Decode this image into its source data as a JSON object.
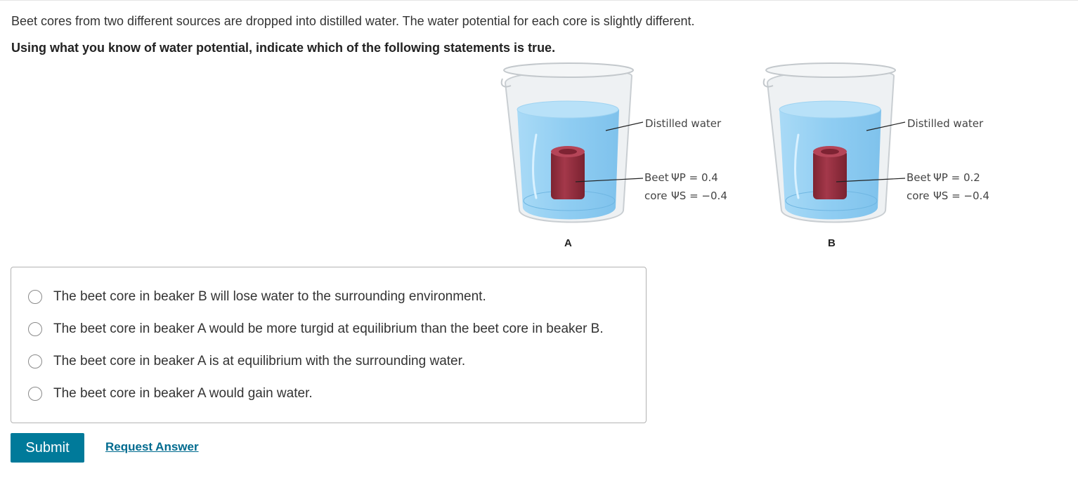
{
  "question": {
    "intro": "Beet cores from two different sources are dropped into distilled water. The water potential for each core is slightly different.",
    "instruction": "Using what you know of water potential, indicate which of the following statements is true."
  },
  "figure": {
    "beakers": [
      {
        "letter": "A",
        "water_label": "Distilled water",
        "core_label_line1": "Beet",
        "core_label_line2": "core",
        "psi_p": "ΨP = 0.4",
        "psi_s": "ΨS = −0.4"
      },
      {
        "letter": "B",
        "water_label": "Distilled water",
        "core_label_line1": "Beet",
        "core_label_line2": "core",
        "psi_p": "ΨP = 0.2",
        "psi_s": "ΨS = −0.4"
      }
    ],
    "colors": {
      "water": "#8fcdf2",
      "beet_core": "#9a2f3e",
      "glass": "#eef1f3"
    }
  },
  "options": [
    {
      "label": "The beet core in beaker B will lose water to the surrounding environment.",
      "selected": false
    },
    {
      "label": "The beet core in beaker A would be more turgid at equilibrium than the beet core in beaker B.",
      "selected": false
    },
    {
      "label": "The beet core in beaker A is at equilibrium with the surrounding water.",
      "selected": false
    },
    {
      "label": "The beet core in beaker A would gain water.",
      "selected": false
    }
  ],
  "actions": {
    "submit_label": "Submit",
    "request_answer_label": "Request Answer"
  },
  "colors": {
    "primary_button": "#007a9a",
    "link": "#006b8f"
  }
}
